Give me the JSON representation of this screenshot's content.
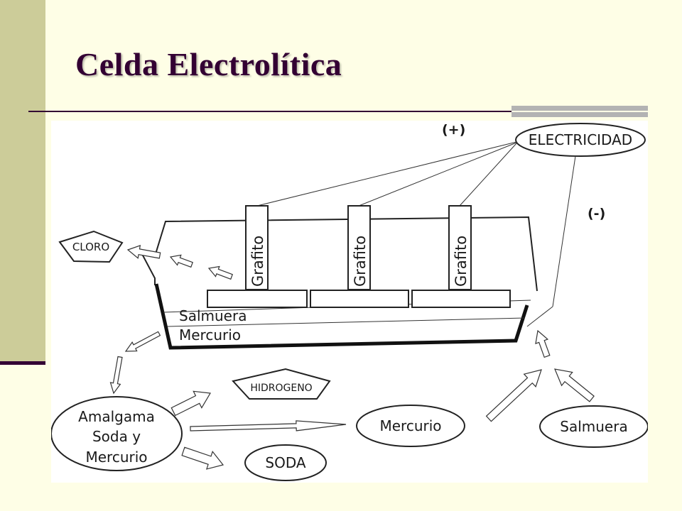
{
  "slide": {
    "title": "Celda Electrolítica"
  },
  "diagram": {
    "power": {
      "source": "ELECTRICIDAD",
      "positive": "(+)",
      "negative": "(-)"
    },
    "electrodes": [
      "Grafito",
      "Grafito",
      "Grafito"
    ],
    "cell_layers": {
      "upper": "Salmuera",
      "lower": "Mercurio"
    },
    "products": {
      "chlorine": "CLORO",
      "hydrogen": "HIDROGENO",
      "soda": "SODA"
    },
    "amalgam": [
      "Amalgama",
      "Soda y",
      "Mercurio"
    ],
    "inputs": {
      "mercury": "Mercurio",
      "brine": "Salmuera"
    }
  }
}
